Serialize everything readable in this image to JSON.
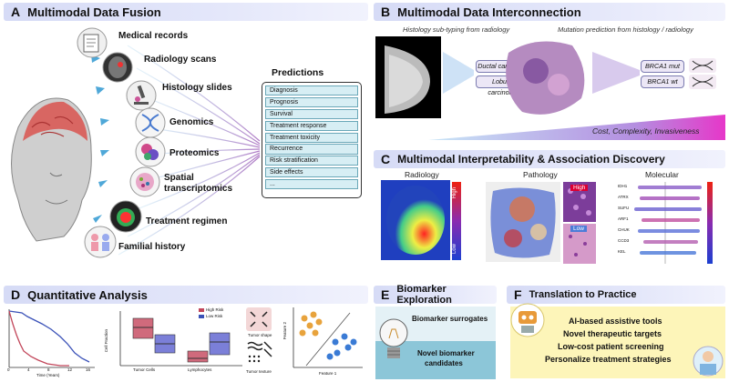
{
  "panelA": {
    "letter": "A",
    "title": "Multimodal Data Fusion",
    "labels": [
      "Medical records",
      "Radiology scans",
      "Histology slides",
      "Genomics",
      "Proteomics",
      "Spatial",
      "transcriptomics",
      "Treatment regimen",
      "Familial history"
    ],
    "predictions_title": "Predictions",
    "predictions": [
      "Diagnosis",
      "Prognosis",
      "Survival",
      "Treatment response",
      "Treatment toxicity",
      "Recurrence",
      "Risk stratification",
      "Side effects",
      "..."
    ]
  },
  "panelB": {
    "letter": "B",
    "title": "Multimodal Data Interconnection",
    "left_caption": "Histology sub-typing from radiology",
    "right_caption": "Mutation prediction from histology / radiology",
    "subtypes": [
      "Ductal carcinoma",
      "Lobular carcinoma"
    ],
    "mutations": [
      "BRCA1 mut",
      "BRCA1 wt"
    ],
    "wedge_label": "Cost, Complexity, Invasiveness"
  },
  "panelC": {
    "letter": "C",
    "title": "Multimodal Interpretability & Association Discovery",
    "radiology": "Radiology",
    "pathology": "Pathology",
    "molecular": "Molecular",
    "high": "High",
    "low": "Low",
    "genes": [
      "IDH1",
      "ATRX",
      "SUFU",
      "ARF1",
      "CHUK",
      "CCD3",
      "KEL"
    ]
  },
  "panelD": {
    "letter": "D",
    "title": "Quantitative Analysis",
    "km_xlabel": "Time (Years)",
    "km_xticks": [
      "0",
      "4",
      "8",
      "12",
      "16"
    ],
    "box_ylabel": "Cell Fraction",
    "box_categories": [
      "Tumor Cells",
      "Lymphocytes"
    ],
    "legend": [
      "High Risk",
      "Low Risk"
    ],
    "shape_label": "Tumor shape",
    "texture_label": "Tumor texture",
    "feature1": "Feature 1",
    "feature2": "Feature 2"
  },
  "panelE": {
    "letter": "E",
    "title": "Biomarker Exploration",
    "surrogates": "Biomarker surrogates",
    "novel1": "Novel biomarker",
    "novel2": "candidates"
  },
  "panelF": {
    "letter": "F",
    "title": "Translation to Practice",
    "items": [
      "AI-based assistive tools",
      "Novel therapeutic targets",
      "Low-cost patient screening",
      "Personalize treatment strategies"
    ]
  },
  "colors": {
    "banner": "#d6dbf6",
    "teal": "#d7eef4",
    "yellow": "#fdf5b9",
    "red": "#c2465a",
    "blue": "#3b52b8",
    "wedge": "#e637c9"
  }
}
